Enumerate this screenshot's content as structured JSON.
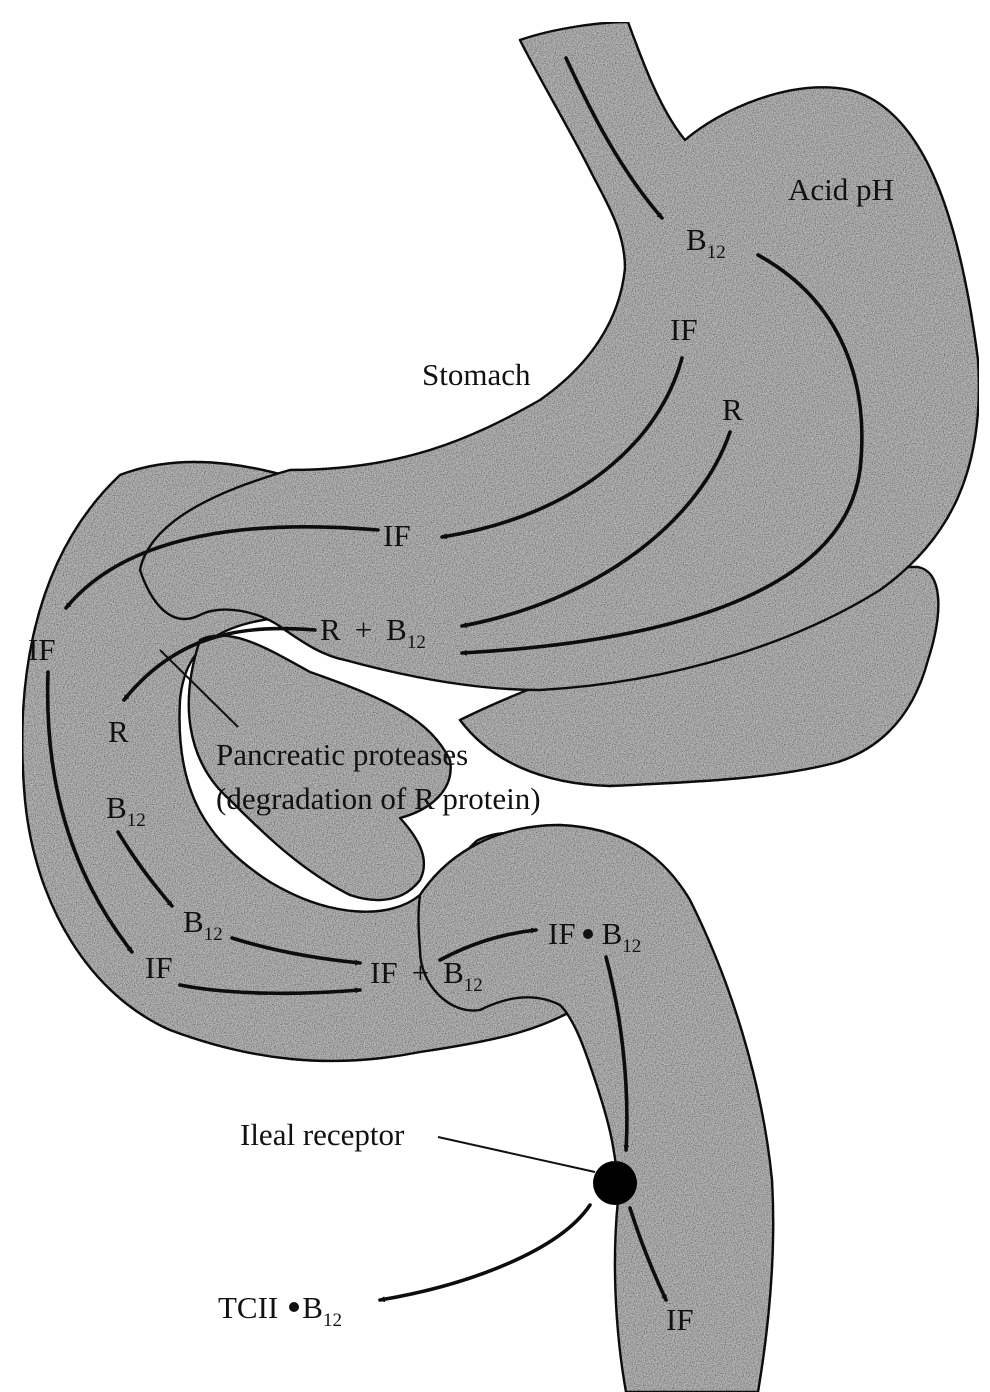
{
  "labels": {
    "acid_ph": "Acid pH",
    "b12_top": "B",
    "b12_top_sub": "12",
    "if_stomach": "IF",
    "stomach": "Stomach",
    "r_stomach": "R",
    "if_duodenum": "IF",
    "r_plus": "R",
    "plus_1": "+",
    "b12_mid": "B",
    "b12_mid_sub": "12",
    "if_left": "IF",
    "r_left": "R",
    "pancreatic_line1": "Pancreatic proteases",
    "pancreatic_line2": "(degradation of R protein)",
    "b12_left": "B",
    "b12_left_sub": "12",
    "b12_lower": "B",
    "b12_lower_sub": "12",
    "if_lower": "IF",
    "if_plus": "IF",
    "plus_2": "+",
    "b12_plus": "B",
    "b12_plus_sub": "12",
    "if_complex": "IF",
    "b12_complex": "B",
    "b12_complex_sub": "12",
    "ileal_receptor": "Ileal receptor",
    "tcii": "TCII",
    "b12_tcii": "B",
    "b12_tcii_sub": "12",
    "if_bottom": "IF"
  },
  "colors": {
    "organ_fill": "#b9b9b9",
    "organ_outline": "#151515",
    "arrow": "#0d0d0d",
    "receptor": "#000000",
    "background": "#ffffff"
  }
}
